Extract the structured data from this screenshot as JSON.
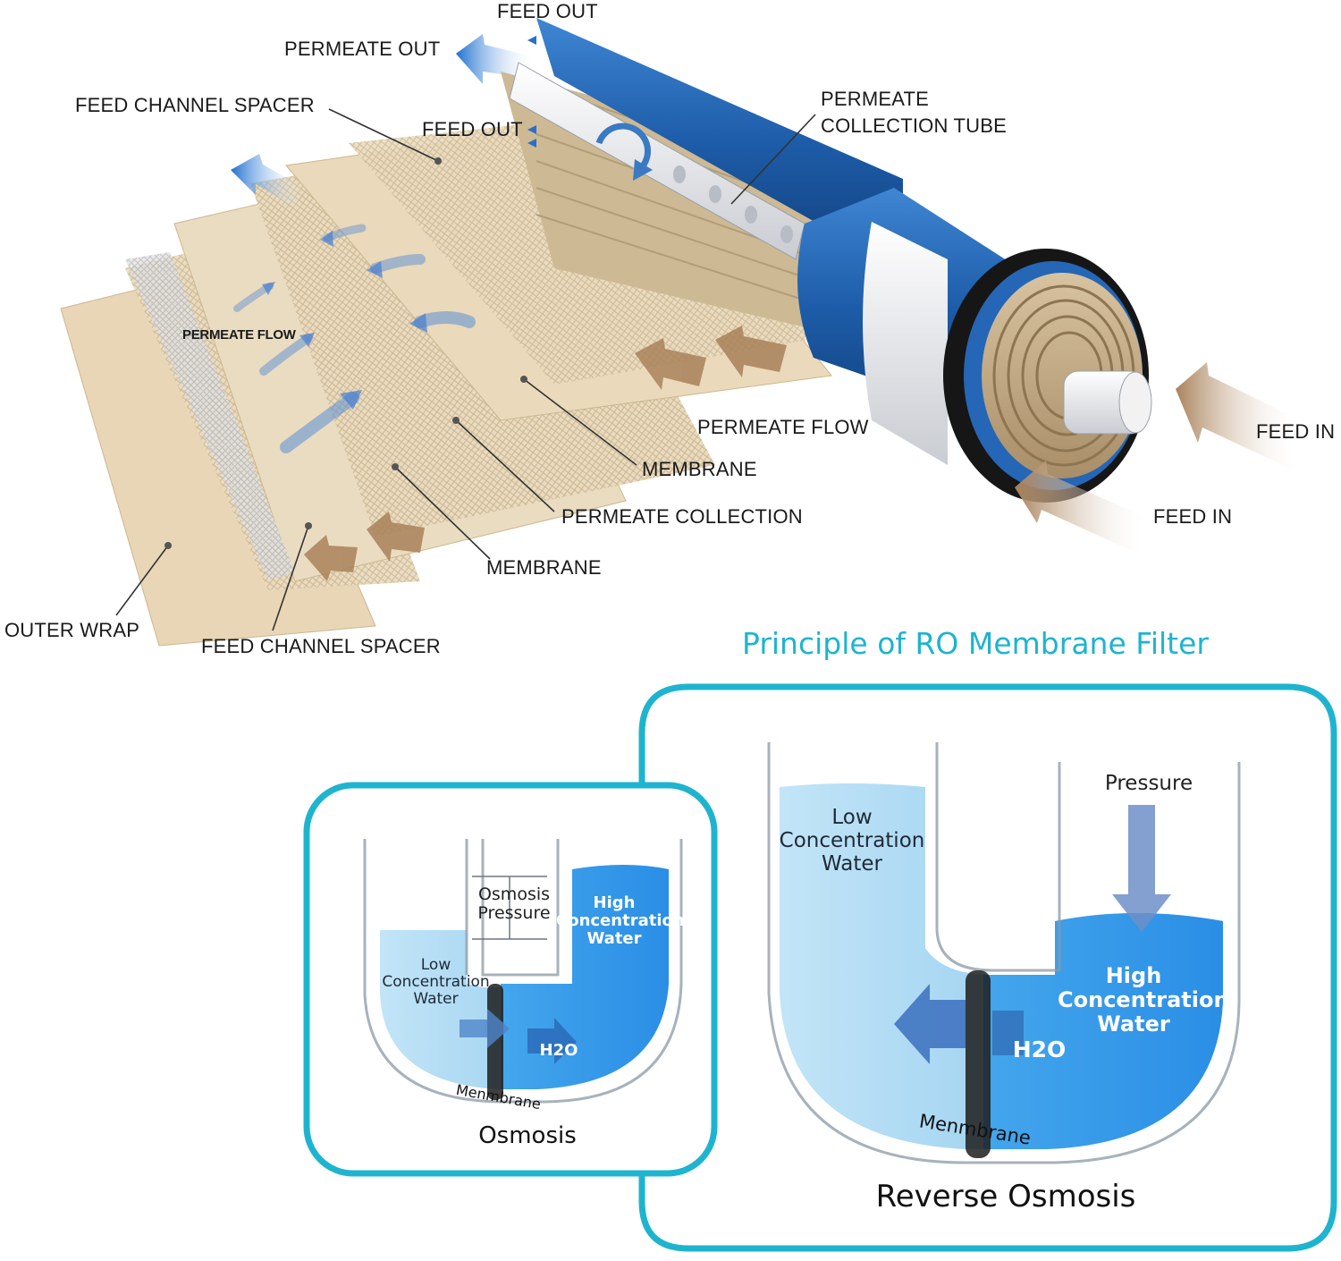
{
  "colors": {
    "accent": "#1eb4cf",
    "water_light": "#a9d8f0",
    "water_dark": "#2f8fe0",
    "membrane_tan": "#e6d3b3",
    "tube_blue": "#1e5fae",
    "arrow_brown": "#b08a62"
  },
  "cutaway": {
    "labels": {
      "feed_out_top": "FEED OUT",
      "permeate_out": "PERMEATE OUT",
      "feed_channel_spacer_top": "FEED CHANNEL SPACER",
      "feed_out_mid": "FEED OUT",
      "permeate_collection_tube_line1": "PERMEATE",
      "permeate_collection_tube_line2": "COLLECTION TUBE",
      "permeate_flow_left": "PERMEATE FLOW",
      "permeate_flow_right": "PERMEATE FLOW",
      "feed_in_top": "FEED IN",
      "feed_in_bottom": "FEED IN",
      "membrane_upper": "MEMBRANE",
      "permeate_collection": "PERMEATE COLLECTION",
      "membrane_lower": "MEMBRANE",
      "outer_wrap": "OUTER WRAP",
      "feed_channel_spacer_bottom": "FEED CHANNEL SPACER"
    }
  },
  "principle": {
    "title": "Principle of RO Membrane Filter",
    "osmosis": {
      "caption": "Osmosis",
      "pressure_label_line1": "Osmosis",
      "pressure_label_line2": "Pressure",
      "low_line1": "Low",
      "low_line2": "Concentration",
      "low_line3": "Water",
      "high_line1": "High",
      "high_line2": "Concentration",
      "high_line3": "Water",
      "h2o": "H2O",
      "membrane": "Menmbrane"
    },
    "reverse": {
      "caption": "Reverse Osmosis",
      "pressure": "Pressure",
      "low_line1": "Low",
      "low_line2": "Concentration",
      "low_line3": "Water",
      "high_line1": "High",
      "high_line2": "Concentration",
      "high_line3": "Water",
      "h2o": "H2O",
      "membrane": "Menmbrane"
    }
  }
}
